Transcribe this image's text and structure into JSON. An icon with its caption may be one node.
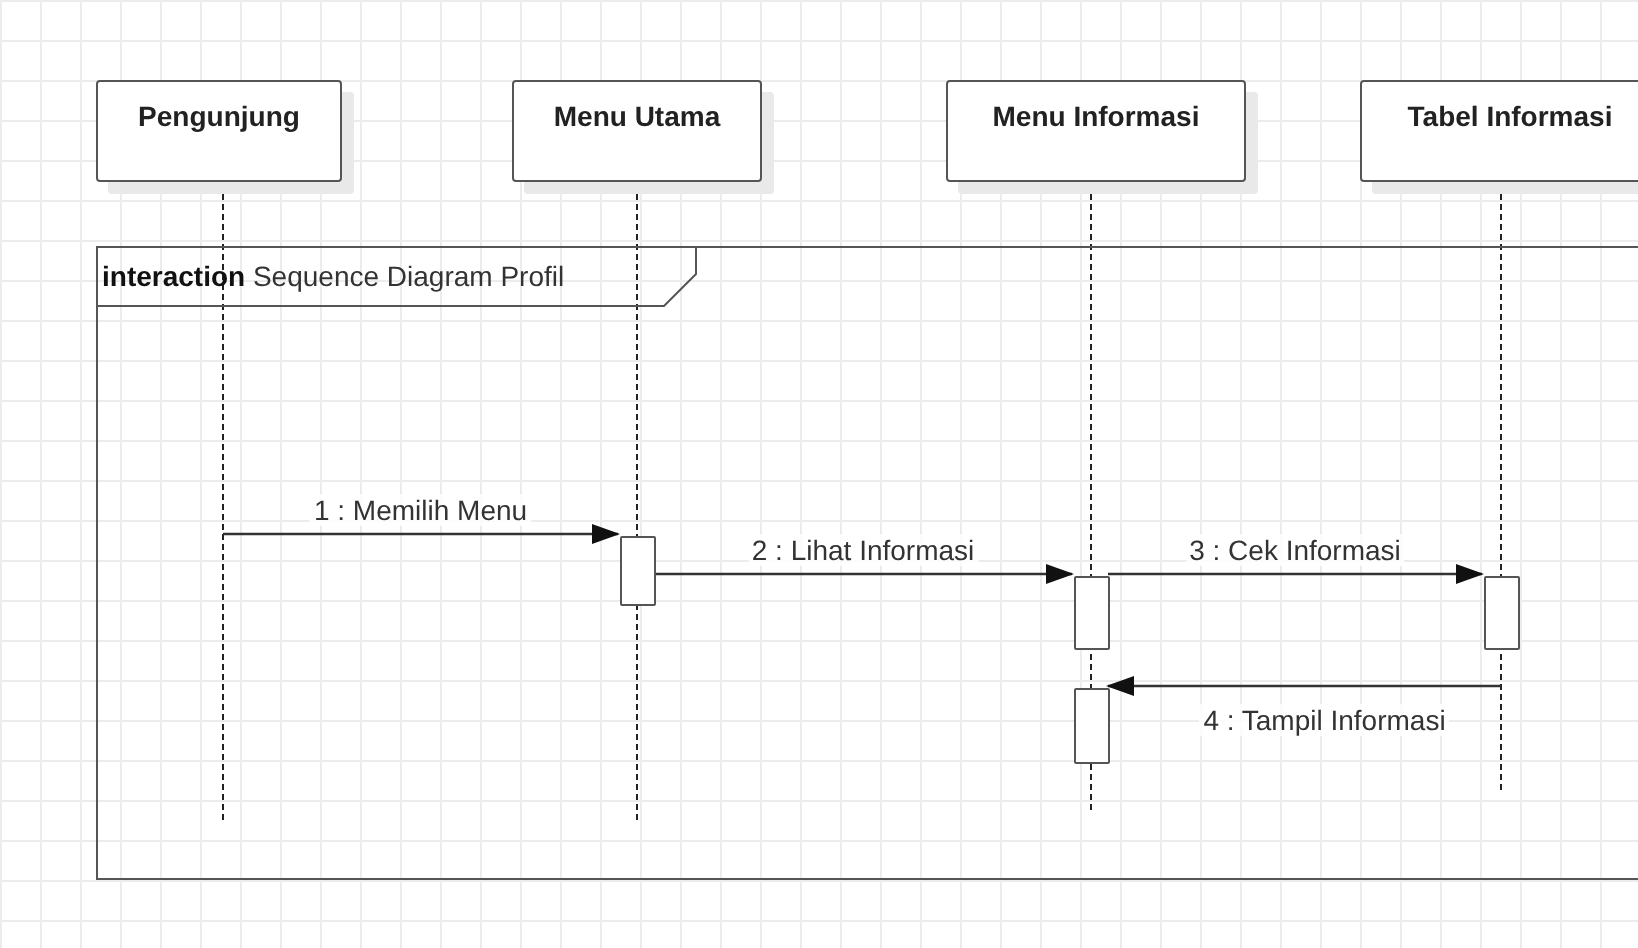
{
  "diagram": {
    "nodes": [
      {
        "text": [
          "Pengunjung"
        ]
      },
      {
        "text": [
          "Menu Utama"
        ]
      },
      {
        "text": [
          "Menu Informasi"
        ]
      },
      {
        "text": [
          "Tabel Informasi"
        ]
      },
      {
        "text": [
          "**interaction** Sequence Diagram Profil"
        ]
      },
      {
        "text": [],
        "shape": "line"
      },
      {
        "text": [],
        "shape": "line"
      },
      {
        "text": [],
        "shape": "line"
      },
      {
        "text": [],
        "shape": "line"
      },
      {
        "text": [],
        "shape": "bar",
        "in": 4
      },
      {
        "text": [],
        "shape": "bar",
        "in": 4
      },
      {
        "text": [],
        "shape": "bar",
        "in": 4
      },
      {
        "text": [],
        "shape": "bar",
        "in": 4
      }
    ],
    "edges": [
      {
        "from": 5,
        "to": 9,
        "arrow": "to",
        "label": "1 : Memilih Menu"
      },
      {
        "from": 9,
        "to": 10,
        "arrow": "to",
        "label": "2 : Lihat Informasi"
      },
      {
        "from": 10,
        "to": 12,
        "arrow": "to",
        "label": "3 : Cek Informasi"
      },
      {
        "from": 8,
        "to": 11,
        "arrow": "to",
        "label": "4 : Tampil Informasi"
      }
    ]
  }
}
